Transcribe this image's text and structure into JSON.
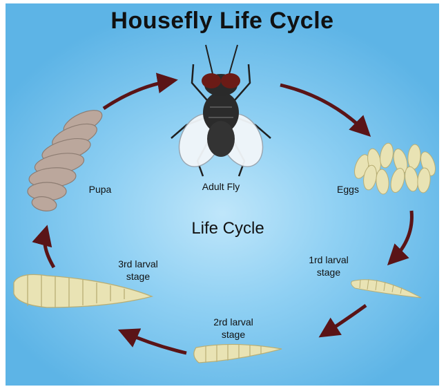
{
  "title": "Housefly Life Cycle",
  "center_label": "Life Cycle",
  "stages": {
    "adult": "Adult Fly",
    "eggs": "Eggs",
    "first_larval": "1rd larval\nstage",
    "second_larval": "2rd larval\nstage",
    "third_larval": "3rd larval\nstage",
    "pupa": "Pupa"
  },
  "colors": {
    "arrow": "#5a1417",
    "larva": "#e9e3b4",
    "pupa": "#bba79c",
    "fly_body": "#2b2b2b",
    "fly_eye": "#6b1b16"
  }
}
